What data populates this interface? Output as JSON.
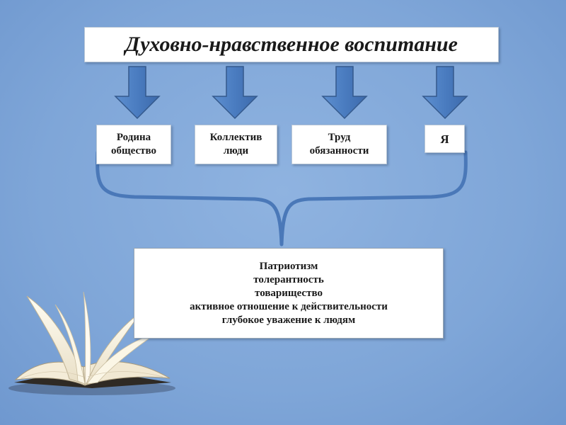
{
  "title": "Духовно-нравственное воспитание",
  "categories": [
    {
      "line1": "Родина",
      "line2": "общество"
    },
    {
      "line1": "Коллектив",
      "line2": "люди"
    },
    {
      "line1": "Труд",
      "line2": "обязанности"
    },
    {
      "line1": "Я",
      "line2": ""
    }
  ],
  "values": [
    "Патриотизм",
    "толерантность",
    "товарищество",
    "активное отношение к действительности",
    "глубокое уважение к людям"
  ],
  "colors": {
    "background": "#8fb3e0",
    "arrow_fill": "#4f80c0",
    "arrow_stroke": "#3a5f8f",
    "brace": "#4a78b8",
    "box": "#ffffff"
  },
  "icons": [
    "down-arrow-icon",
    "curly-brace-icon",
    "open-book-icon"
  ]
}
